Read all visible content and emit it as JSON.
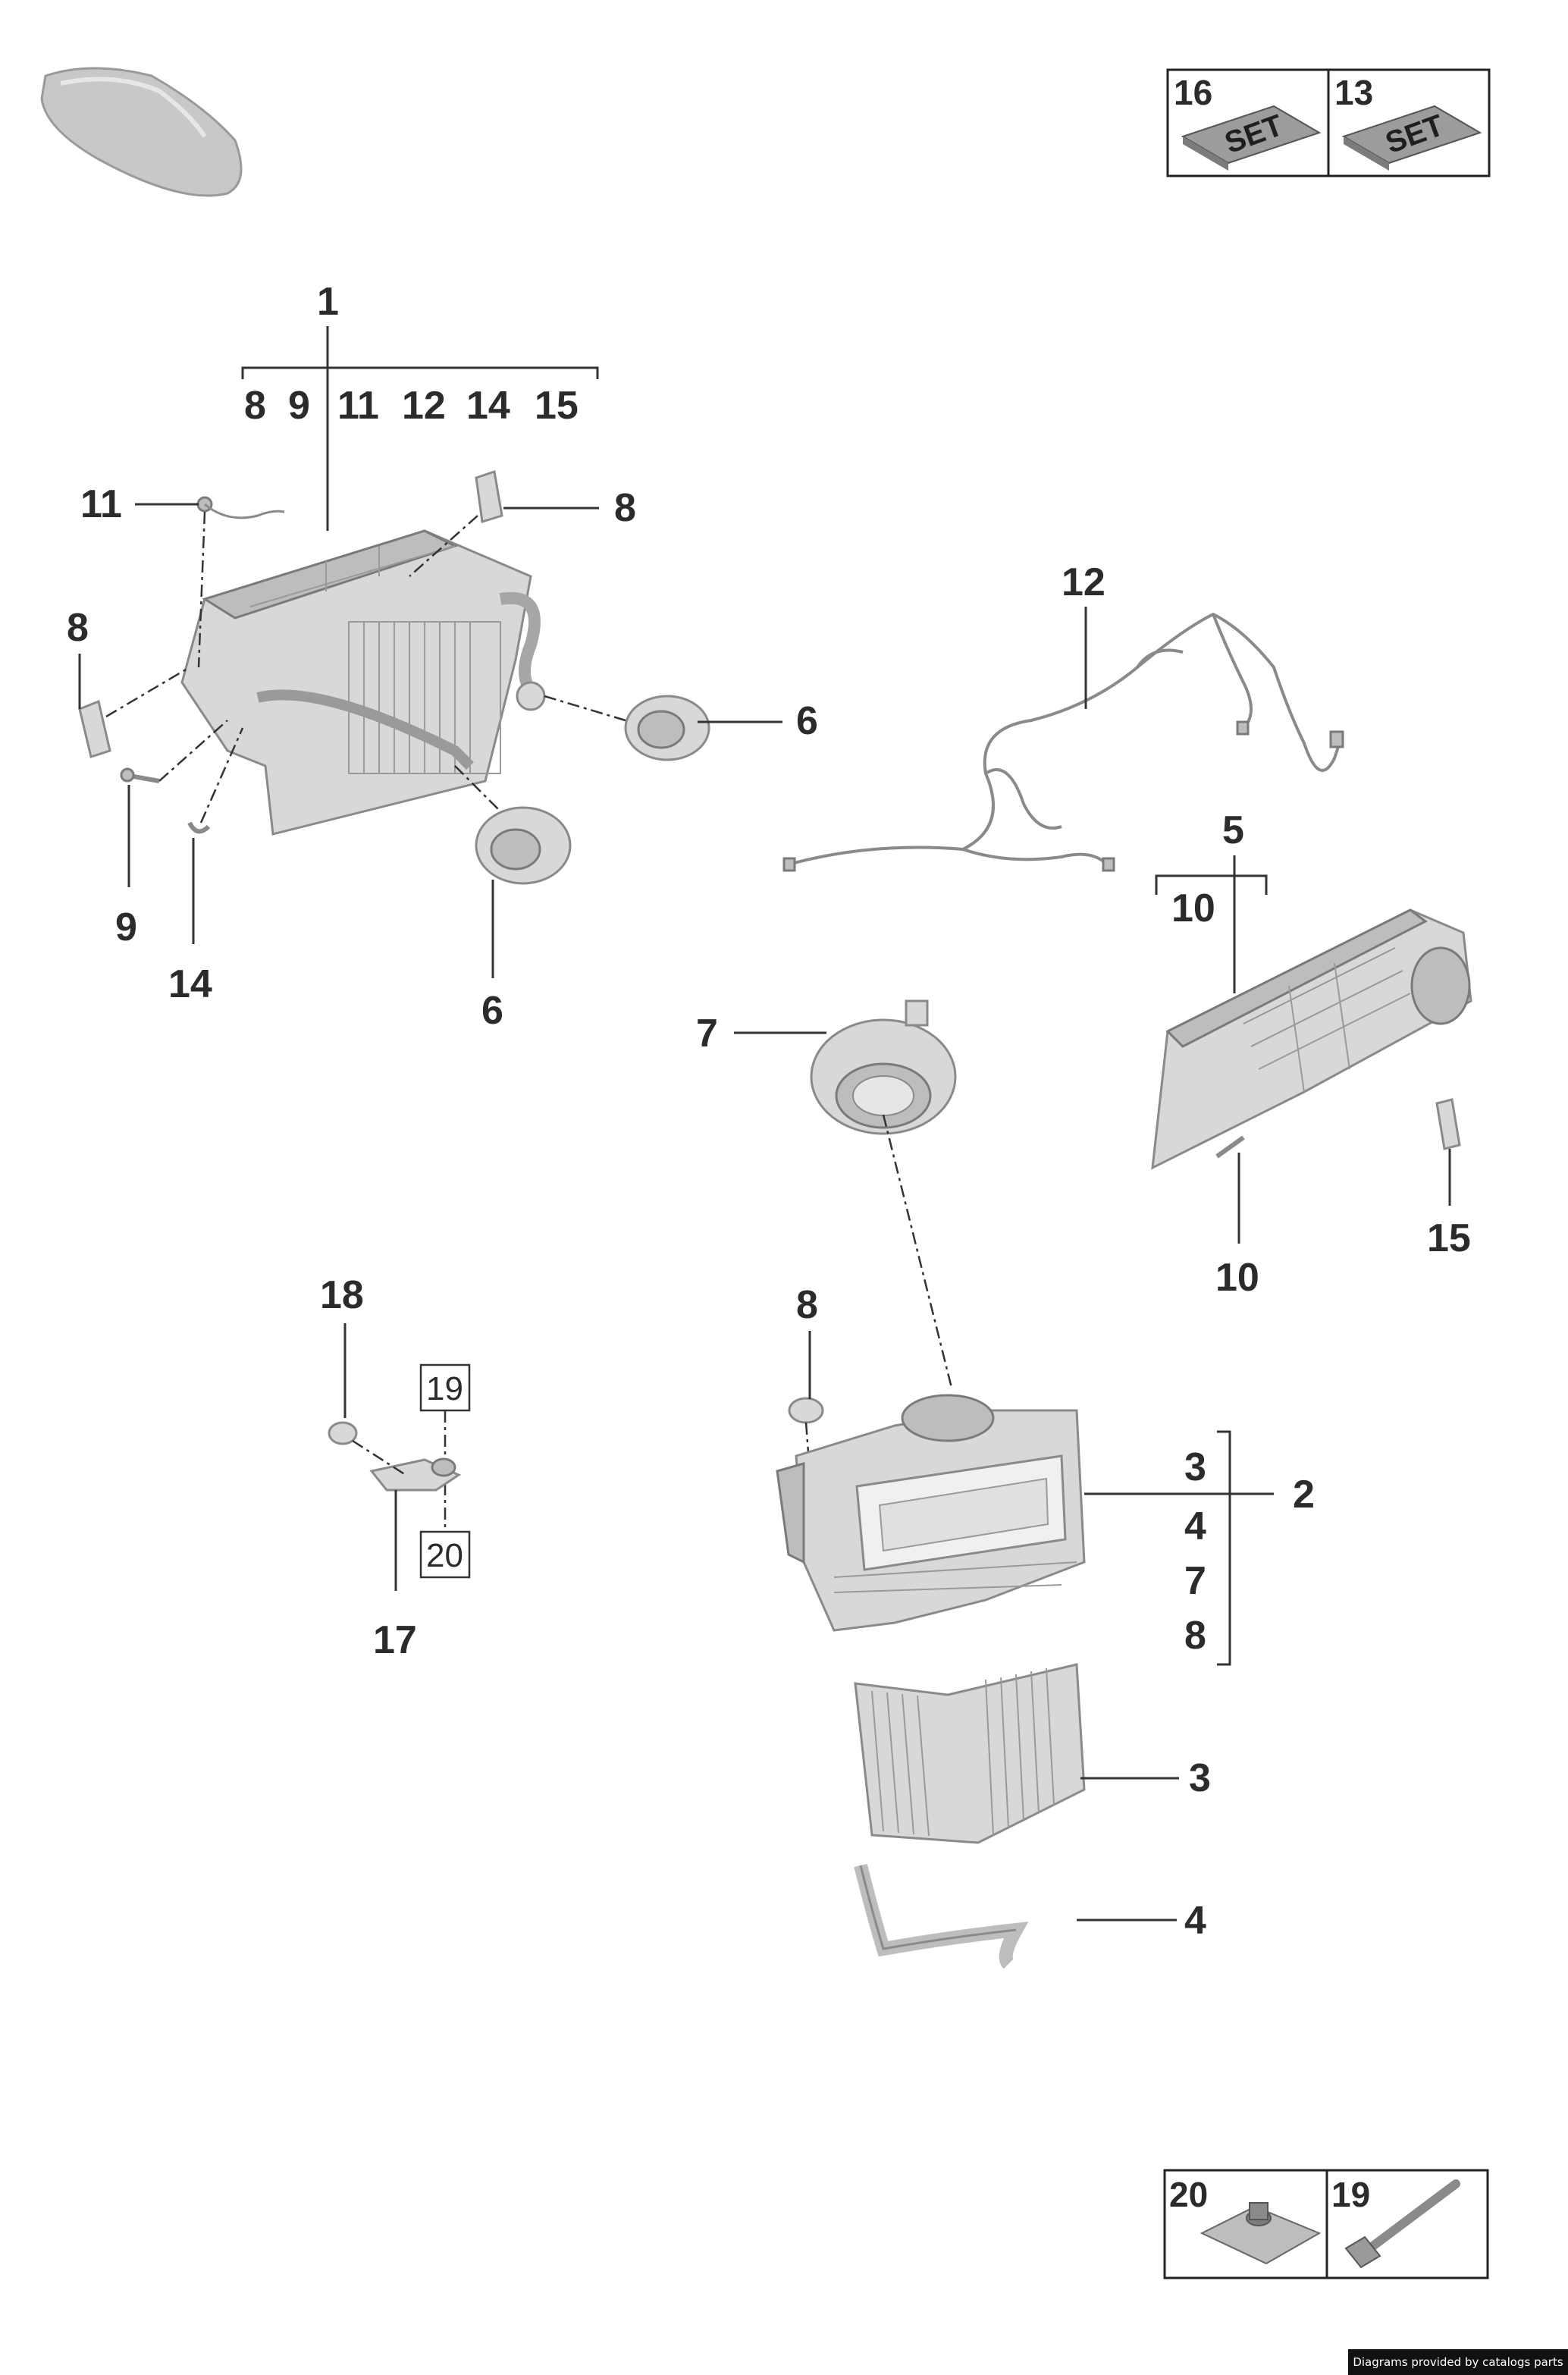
{
  "callouts": {
    "assembly_1": "1",
    "assembly_1_parts": [
      "8",
      "9",
      "11",
      "12",
      "14",
      "15"
    ],
    "c11": "11",
    "c8_top": "8",
    "c8_left": "8",
    "c6_right": "6",
    "c9": "9",
    "c14": "14",
    "c6_bottom": "6",
    "c12": "12",
    "assembly_5": "5",
    "assembly_5_part": "10",
    "c7": "7",
    "c15": "15",
    "c10": "10",
    "c18": "18",
    "c19_box": "19",
    "c20_box": "20",
    "c17": "17",
    "c8_mid": "8",
    "assembly_2": "2",
    "assembly_2_parts": [
      "3",
      "4",
      "7",
      "8"
    ],
    "c3": "3",
    "c4": "4"
  },
  "kits_top": [
    {
      "number": "16",
      "label": "SET"
    },
    {
      "number": "13",
      "label": "SET"
    }
  ],
  "fasteners_bottom": [
    {
      "number": "20"
    },
    {
      "number": "19"
    }
  ],
  "credit": "Diagrams provided by catalogs parts"
}
